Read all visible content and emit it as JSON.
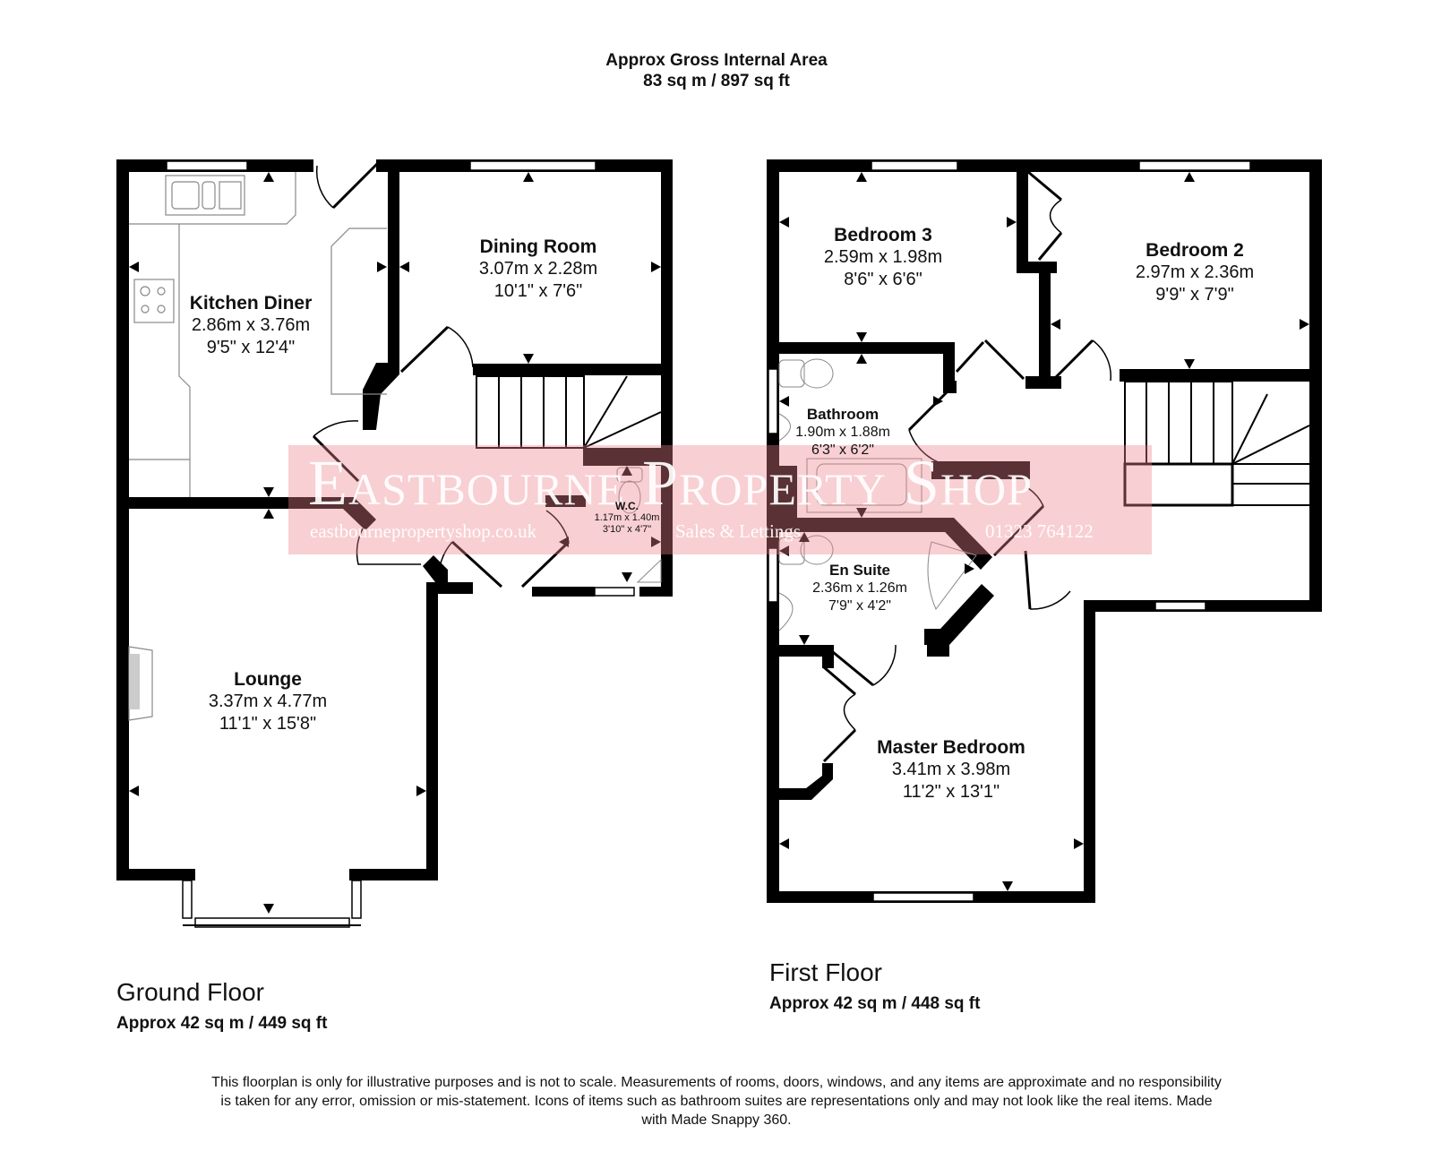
{
  "header": {
    "title": "Approx Gross Internal Area",
    "total_area": "83 sq m / 897 sq ft"
  },
  "floors": [
    {
      "name": "Ground Floor",
      "area": "Approx 42 sq m / 449 sq ft",
      "rooms": [
        {
          "name": "Kitchen Diner",
          "metric": "2.86m x 3.76m",
          "imperial": "9'5\" x 12'4\""
        },
        {
          "name": "Dining Room",
          "metric": "3.07m x 2.28m",
          "imperial": "10'1\" x 7'6\""
        },
        {
          "name": "W.C.",
          "metric": "1.17m x 1.40m",
          "imperial": "3'10\" x 4'7\""
        },
        {
          "name": "Lounge",
          "metric": "3.37m x 4.77m",
          "imperial": "11'1\" x 15'8\""
        }
      ]
    },
    {
      "name": "First Floor",
      "area": "Approx 42 sq m / 448 sq ft",
      "rooms": [
        {
          "name": "Bedroom 3",
          "metric": "2.59m x 1.98m",
          "imperial": "8'6\" x 6'6\""
        },
        {
          "name": "Bedroom 2",
          "metric": "2.97m x 2.36m",
          "imperial": "9'9\" x 7'9\""
        },
        {
          "name": "Bathroom",
          "metric": "1.90m x 1.88m",
          "imperial": "6'3\" x 6'2\""
        },
        {
          "name": "En Suite",
          "metric": "2.36m x 1.26m",
          "imperial": "7'9\" x 4'2\""
        },
        {
          "name": "Master Bedroom",
          "metric": "3.41m x 3.98m",
          "imperial": "11'2\" x 13'1\""
        }
      ]
    }
  ],
  "watermark": {
    "brand": "Eastbourne Property Shop",
    "url": "eastbournepropertyshop.co.uk",
    "tagline": "Sales & Lettings",
    "phone": "01323 764122",
    "color": "#ec828a"
  },
  "disclaimer": "This floorplan is only for illustrative purposes and is not to scale. Measurements of rooms, doors, windows, and any items are approximate and no responsibility is taken for any error, omission or mis-statement. Icons of items such as bathroom suites are representations only and may not look like the real items. Made with Made Snappy 360.",
  "colors": {
    "wall": "#000000",
    "fixture": "#9a9a9a",
    "background": "#ffffff"
  }
}
